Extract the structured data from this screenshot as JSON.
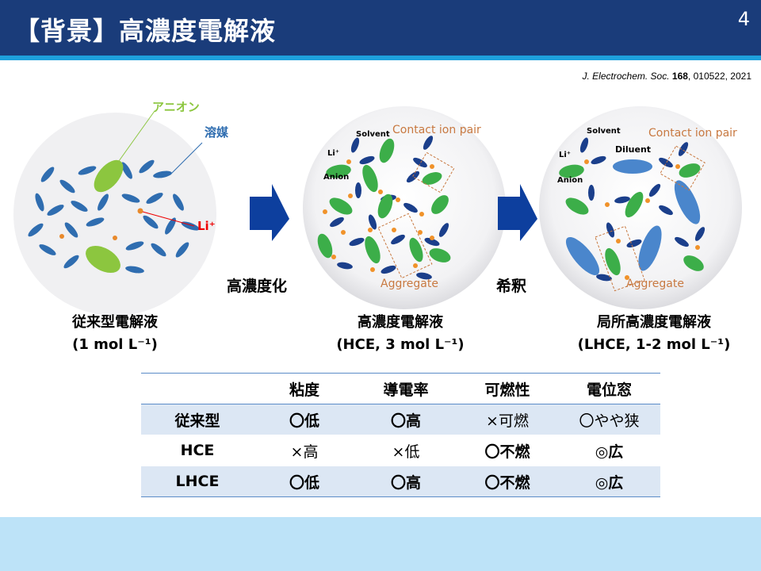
{
  "header": {
    "title": "【背景】高濃度電解液",
    "page_number": "4"
  },
  "citation": {
    "journal": "J. Electrochem. Soc.",
    "volume": "168",
    "rest": ", 010522, 2021"
  },
  "figure": {
    "conventional": {
      "anion_label": "アニオン",
      "solvent_label": "溶媒",
      "li_label": "Li⁺",
      "caption_line1": "従来型電解液",
      "caption_line2": "(1 mol L⁻¹)"
    },
    "hce": {
      "solvent": "Solvent",
      "li": "Li⁺",
      "anion": "Anion",
      "contact": "Contact ion pair",
      "aggregate": "Aggregate",
      "caption_line1": "高濃度電解液",
      "caption_line2": "(HCE, 3 mol L⁻¹)"
    },
    "lhce": {
      "solvent": "Solvent",
      "li": "Li⁺",
      "anion": "Anion",
      "diluent": "Diluent",
      "contact": "Contact ion pair",
      "aggregate": "Aggregate",
      "caption_line1": "局所高濃度電解液",
      "caption_line2": "(LHCE, 1-2 mol L⁻¹)"
    },
    "step1": "高濃度化",
    "step2": "希釈"
  },
  "table": {
    "headers": [
      "",
      "粘度",
      "導電率",
      "可燃性",
      "電位窓"
    ],
    "rows": [
      [
        "従来型",
        "〇低",
        "〇高",
        "×可燃",
        "〇やや狭"
      ],
      [
        "HCE",
        "×高",
        "×低",
        "〇不燃",
        "◎広"
      ],
      [
        "LHCE",
        "〇低",
        "〇高",
        "〇不燃",
        "◎広"
      ]
    ]
  }
}
